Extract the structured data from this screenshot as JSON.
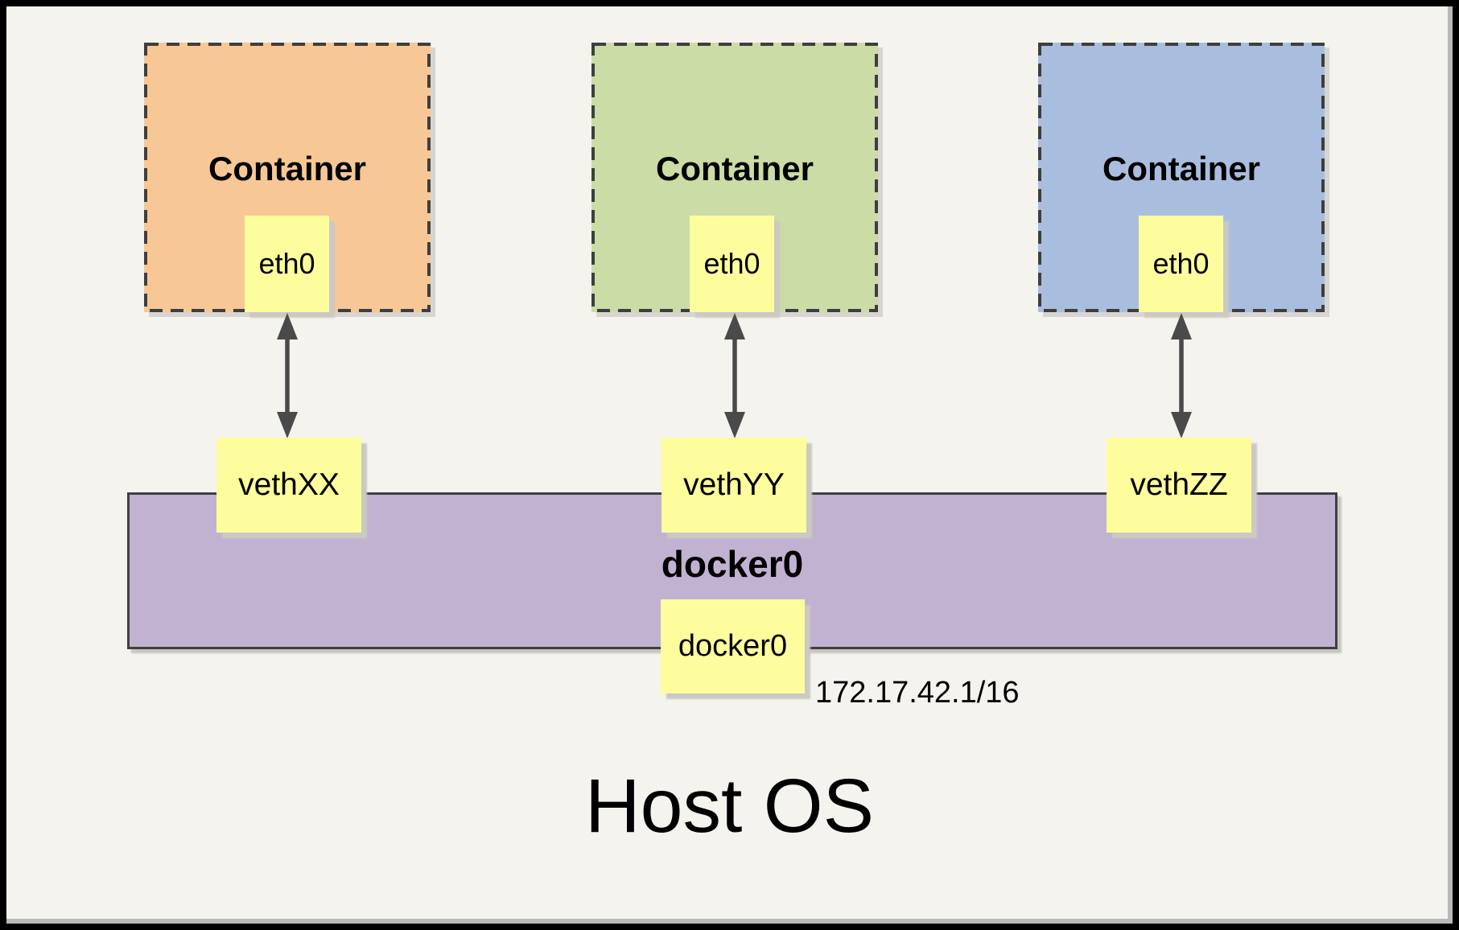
{
  "diagram": {
    "host": {
      "label": "Host OS"
    },
    "containers": [
      {
        "label": "Container",
        "interface": "eth0",
        "veth": "vethXX",
        "fill": "#F7C795"
      },
      {
        "label": "Container",
        "interface": "eth0",
        "veth": "vethYY",
        "fill": "#CBDCA6"
      },
      {
        "label": "Container",
        "interface": "eth0",
        "veth": "vethZZ",
        "fill": "#A9BEDE"
      }
    ],
    "bridge": {
      "name": "docker0",
      "interface": "docker0",
      "ip": "172.17.42.1/16",
      "fill": "#C1B2D2"
    },
    "colors": {
      "background": "#F5F3EE",
      "interface_box": "#FDFD9D",
      "dashed_border": "#3E3E3E",
      "bar_border": "#3F3F3F",
      "arrow": "#4A4A4A",
      "outer_frame": "#000000"
    }
  }
}
